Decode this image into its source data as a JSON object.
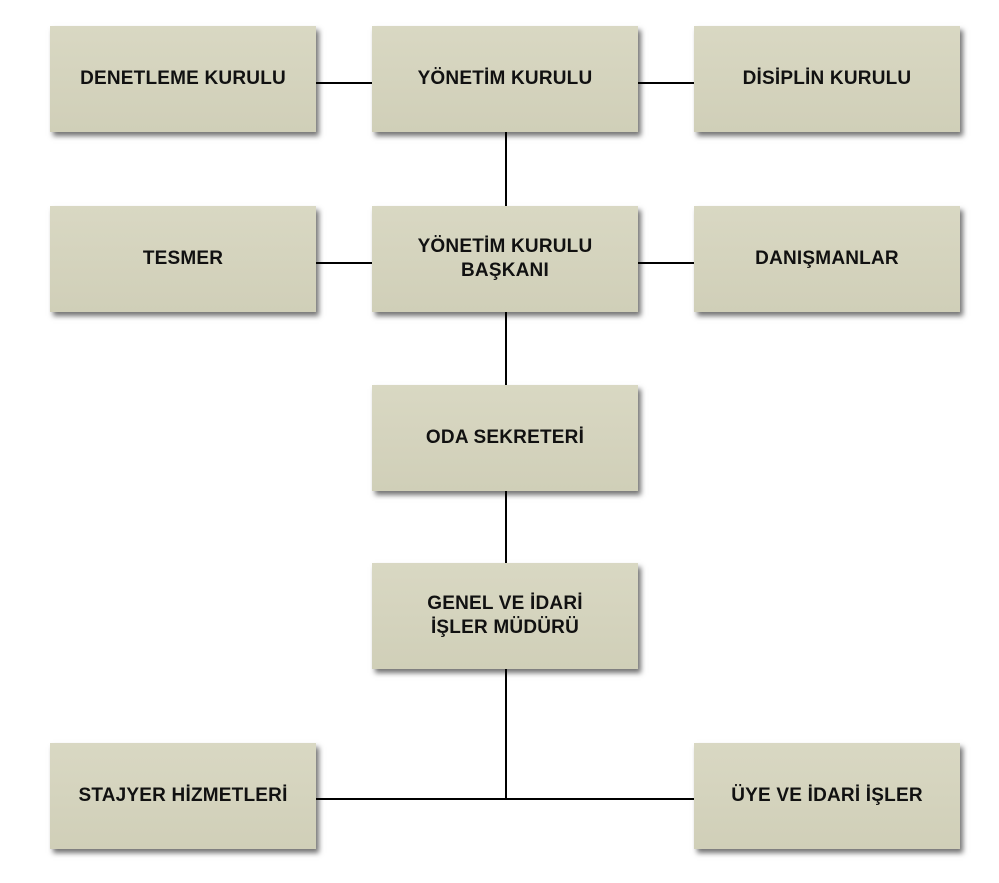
{
  "org_chart": {
    "nodes": {
      "denetleme_kurulu": "DENETLEME KURULU",
      "yonetim_kurulu": "YÖNETİM KURULU",
      "disiplin_kurulu": "DİSİPLİN KURULU",
      "tesmer": "TESMER",
      "yonetim_kurulu_baskani": "YÖNETİM KURULU\nBAŞKANI",
      "danismanlar": "DANIŞMANLAR",
      "oda_sekreteri": "ODA SEKRETERİ",
      "genel_ve_idari_isler_muduru": "GENEL VE İDARİ\nİŞLER MÜDÜRÜ",
      "stajyer_hizmetleri": "STAJYER HİZMETLERİ",
      "uye_ve_idari_isler": "ÜYE VE İDARİ İŞLER"
    },
    "edges": [
      [
        "denetleme_kurulu",
        "yonetim_kurulu"
      ],
      [
        "yonetim_kurulu",
        "disiplin_kurulu"
      ],
      [
        "yonetim_kurulu",
        "yonetim_kurulu_baskani"
      ],
      [
        "tesmer",
        "yonetim_kurulu_baskani"
      ],
      [
        "yonetim_kurulu_baskani",
        "danismanlar"
      ],
      [
        "yonetim_kurulu_baskani",
        "oda_sekreteri"
      ],
      [
        "oda_sekreteri",
        "genel_ve_idari_isler_muduru"
      ],
      [
        "genel_ve_idari_isler_muduru",
        "stajyer_hizmetleri"
      ],
      [
        "genel_ve_idari_isler_muduru",
        "uye_ve_idari_isler"
      ]
    ]
  },
  "colors": {
    "box_fill": "#d4d3bd",
    "line": "#000000",
    "text": "#111111"
  }
}
